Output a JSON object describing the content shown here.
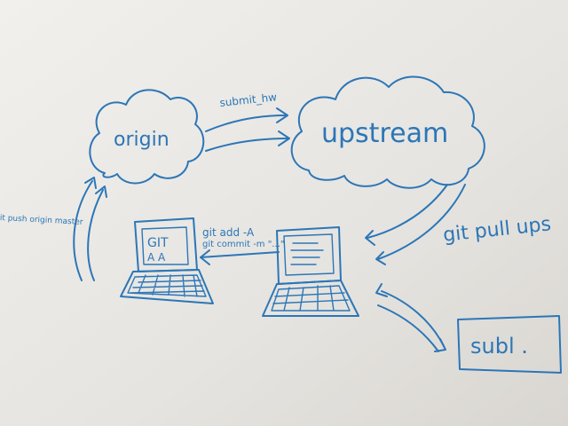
{
  "diagram": {
    "ink_color": "#2c76b7",
    "board_color": "#e7e5e1",
    "nodes": {
      "origin": "origin",
      "upstream": "upstream",
      "laptop_screen": [
        "GIT",
        "A A"
      ],
      "editor": "subl ."
    },
    "labels": {
      "submit": "submit_hw",
      "push": "git push origin master",
      "add": "git add -A",
      "commit": "git commit -m \"...\"",
      "pull": "git pull ups"
    }
  }
}
